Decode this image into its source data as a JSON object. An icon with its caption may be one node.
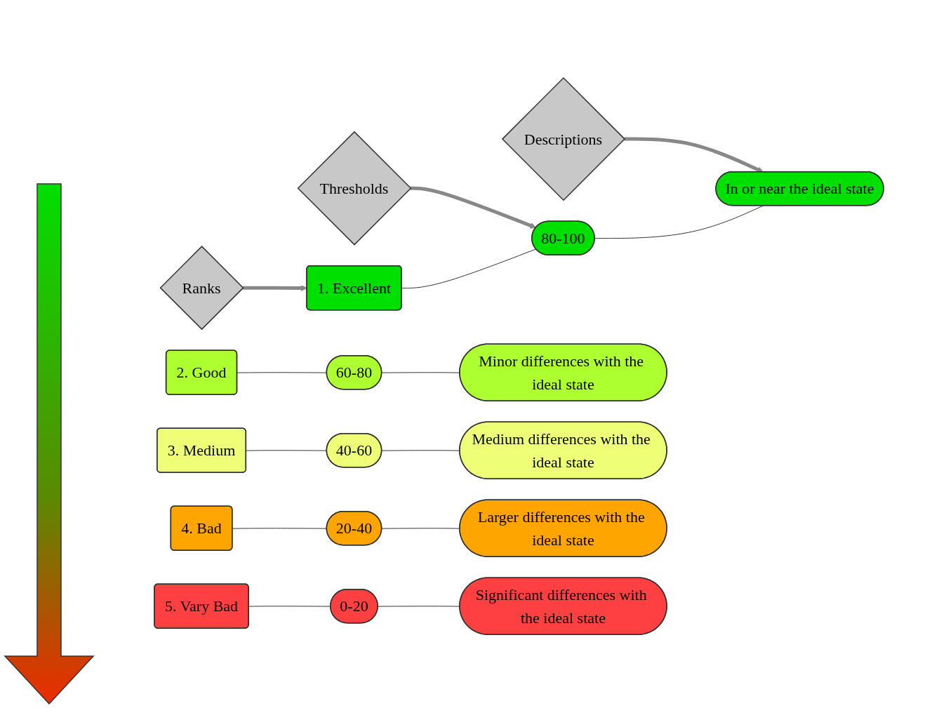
{
  "diagram": {
    "nodes": [
      {
        "text": [
          "Ranks"
        ]
      },
      {
        "text": [
          "Thresholds"
        ]
      },
      {
        "text": [
          "Descriptions"
        ]
      },
      {
        "text": [
          "1. Excellent"
        ]
      },
      {
        "text": [
          "80-100"
        ]
      },
      {
        "text": [
          "In or near the ideal state"
        ]
      },
      {
        "text": [
          "2. Good"
        ]
      },
      {
        "text": [
          "60-80"
        ]
      },
      {
        "text": [
          "Minor differences with the ideal state"
        ]
      },
      {
        "text": [
          "3. Medium"
        ]
      },
      {
        "text": [
          "40-60"
        ]
      },
      {
        "text": [
          "Medium differences with the ideal state"
        ]
      },
      {
        "text": [
          "4. Bad"
        ]
      },
      {
        "text": [
          "20-40"
        ]
      },
      {
        "text": [
          "Larger differences with the ideal state"
        ]
      },
      {
        "text": [
          "5. Vary Bad"
        ]
      },
      {
        "text": [
          "0-20"
        ]
      },
      {
        "text": [
          "Significant differences with the ideal state"
        ]
      }
    ],
    "edges": [
      {
        "from": 0,
        "to": 3,
        "arrow": "to",
        "style": "thick"
      },
      {
        "from": 1,
        "to": 4,
        "arrow": "to",
        "style": "thick"
      },
      {
        "from": 2,
        "to": 5,
        "arrow": "to",
        "style": "thick"
      },
      {
        "from": 3,
        "to": 4,
        "arrow": "none"
      },
      {
        "from": 4,
        "to": 5,
        "arrow": "none"
      },
      {
        "from": 6,
        "to": 7,
        "arrow": "none"
      },
      {
        "from": 7,
        "to": 8,
        "arrow": "none"
      },
      {
        "from": 9,
        "to": 10,
        "arrow": "none"
      },
      {
        "from": 10,
        "to": 11,
        "arrow": "none"
      },
      {
        "from": 12,
        "to": 13,
        "arrow": "none"
      },
      {
        "from": 13,
        "to": 14,
        "arrow": "none"
      },
      {
        "from": 15,
        "to": 16,
        "arrow": "none"
      },
      {
        "from": 16,
        "to": 17,
        "arrow": "none"
      }
    ]
  }
}
